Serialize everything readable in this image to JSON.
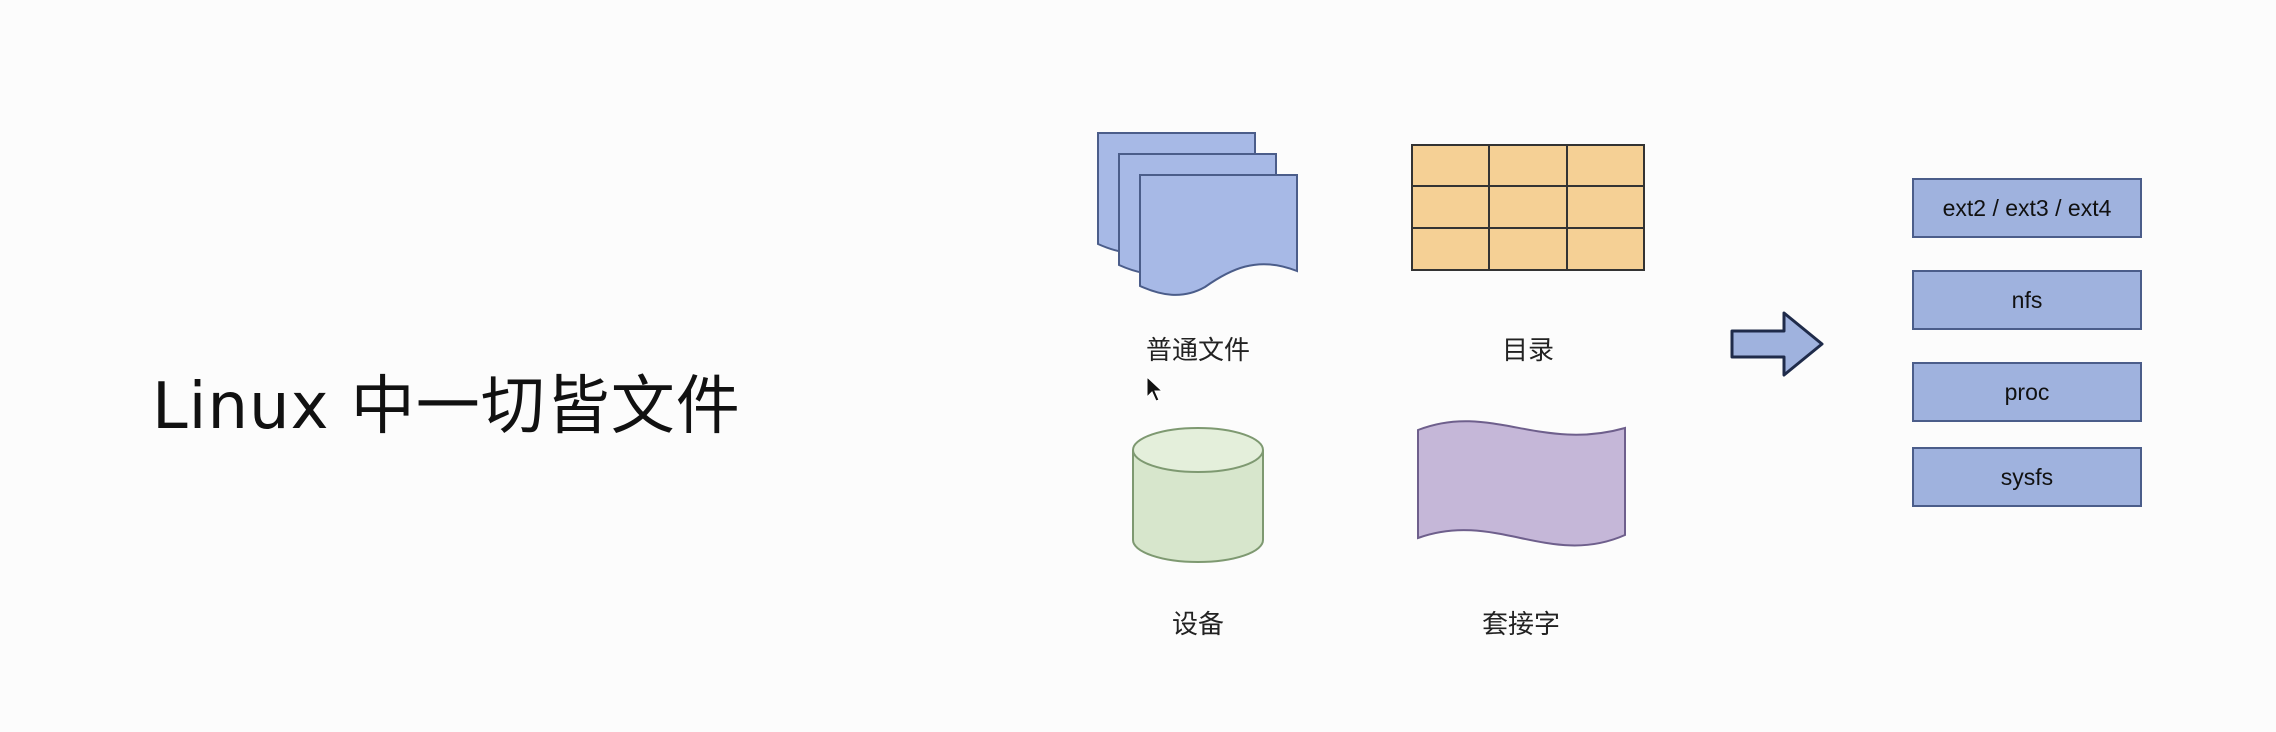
{
  "slide": {
    "title": "Linux 中一切皆文件"
  },
  "file_types": [
    {
      "label": "普通文件",
      "icon": "stacked-documents-icon",
      "color": "#a7b9e6"
    },
    {
      "label": "目录",
      "icon": "grid-table-icon",
      "color": "#f5d095"
    },
    {
      "label": "设备",
      "icon": "cylinder-disk-icon",
      "color": "#d7e6cc"
    },
    {
      "label": "套接字",
      "icon": "wavy-banner-icon",
      "color": "#c5b7d8"
    }
  ],
  "arrow": {
    "icon": "right-arrow-icon",
    "color": "#9fb2de"
  },
  "filesystems": [
    {
      "label": "ext2 / ext3 / ext4"
    },
    {
      "label": "nfs"
    },
    {
      "label": "proc"
    },
    {
      "label": "sysfs"
    }
  ]
}
